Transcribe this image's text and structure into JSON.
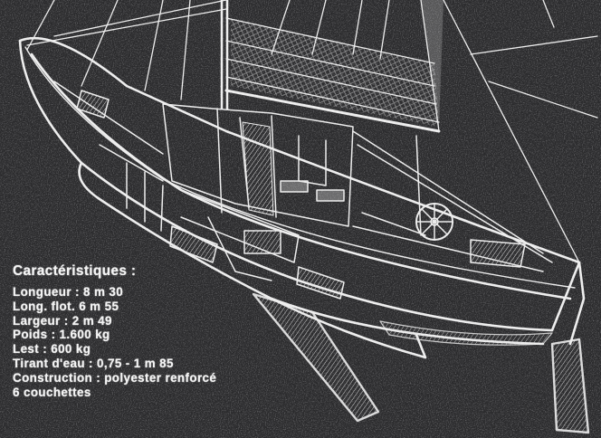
{
  "specs": {
    "title": "Caractéristiques :",
    "lines": [
      "Longueur : 8 m 30",
      "Long. flot. 6 m 55",
      "Largeur : 2 m 49",
      "Poids : 1.600 kg",
      "Lest : 600 kg",
      "Tirant d'eau : 0,75 - 1 m 85",
      "Construction : polyester renforcé",
      "6 couchettes"
    ]
  },
  "colors": {
    "background": "#2b2b2d",
    "lines": "#f2f2f2"
  }
}
